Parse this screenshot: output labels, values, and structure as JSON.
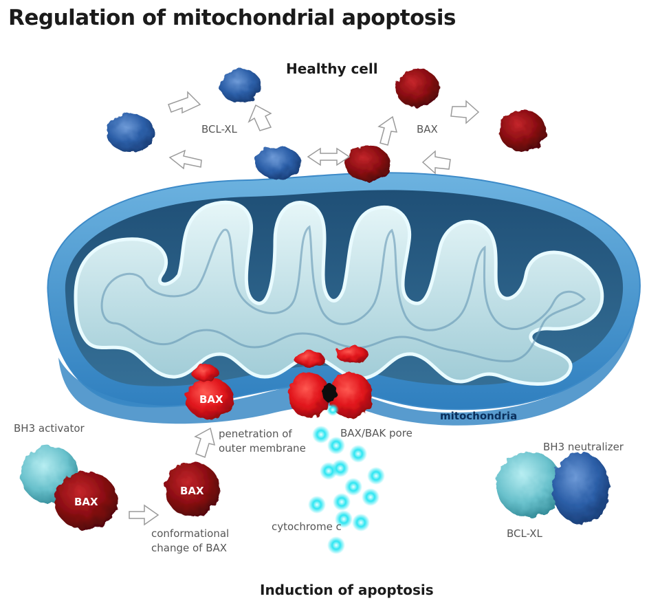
{
  "header": {
    "title": "Regulation of mitochondrial apoptosis",
    "top_section": "Healthy cell",
    "bottom_section": "Induction of apoptosis"
  },
  "labels": {
    "bcl_xl_top": "BCL-XL",
    "bax_top": "BAX",
    "bax_membrane": "BAX",
    "mitochondria": "mitochondria",
    "bh3_activator": "BH3 activator",
    "bax_activator_complex": "BAX",
    "bax_conformational": "BAX",
    "penetration_line1": "penetration of",
    "penetration_line2": "outer membrane",
    "pore": "BAX/BAK pore",
    "conformational_line1": "conformational",
    "conformational_line2": "change of BAX",
    "cytochrome": "cytochrome c",
    "bh3_neutralizer": "BH3 neutralizer",
    "bcl_xl_bottom": "BCL-XL"
  },
  "colors": {
    "bcl_xl_blue": "#2c5fa8",
    "bax_dark_red": "#8b0d12",
    "bax_bright_red": "#e0141b",
    "activator_cyan": "#69c1cc",
    "cytochrome_cyan": "#2ee6f2",
    "membrane_blue": "#4a9ad0",
    "cristae": "#bfe3ea"
  }
}
